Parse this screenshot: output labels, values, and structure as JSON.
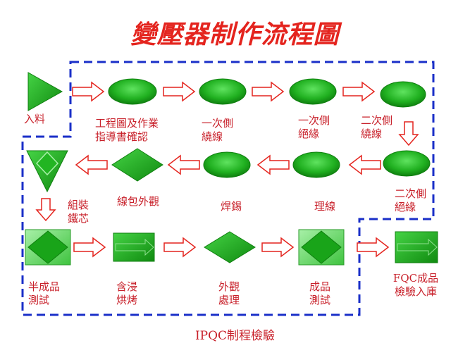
{
  "title": "變壓器制作流程圖",
  "footer": "IPQC制程檢驗",
  "steps": [
    {
      "id": "s1",
      "label": "入料"
    },
    {
      "id": "s2",
      "label": "工程圖及作業\n指導書確認"
    },
    {
      "id": "s3",
      "label": "一次側\n繞線"
    },
    {
      "id": "s4",
      "label": "一次側\n絕緣"
    },
    {
      "id": "s5",
      "label": "二次側\n繞線"
    },
    {
      "id": "s6",
      "label": "二次側\n絕緣"
    },
    {
      "id": "s7",
      "label": "理線"
    },
    {
      "id": "s8",
      "label": "焊錫"
    },
    {
      "id": "s9",
      "label": "線包外觀"
    },
    {
      "id": "s10",
      "label": "組裝\n鐵芯"
    },
    {
      "id": "s11",
      "label": "半成品\n測試"
    },
    {
      "id": "s12",
      "label": "含浸\n烘烤"
    },
    {
      "id": "s13",
      "label": "外觀\n處理"
    },
    {
      "id": "s14",
      "label": "成品\n測試"
    },
    {
      "id": "s15",
      "label": "FQC成品\n檢驗入庫"
    }
  ],
  "colors": {
    "accent_red": "#e4241e",
    "label_red": "#c8202a",
    "shape_green": "#22b522",
    "dashed_blue": "#1a2fc8"
  }
}
